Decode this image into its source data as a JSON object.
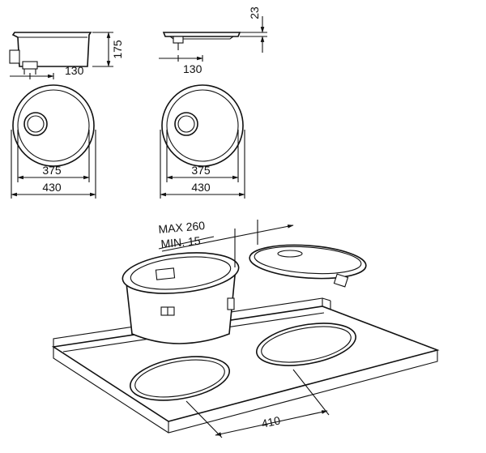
{
  "sink_top_view": {
    "height_label": "175",
    "offset_label": "130",
    "inner_label": "375",
    "outer_label": "430"
  },
  "lid_top_view": {
    "height_label": "23",
    "offset_label": "130",
    "inner_label": "375",
    "outer_label": "430"
  },
  "install_view": {
    "max_label": "MAX 260",
    "min_label": "MIN. 15",
    "cutout_label": "410"
  }
}
